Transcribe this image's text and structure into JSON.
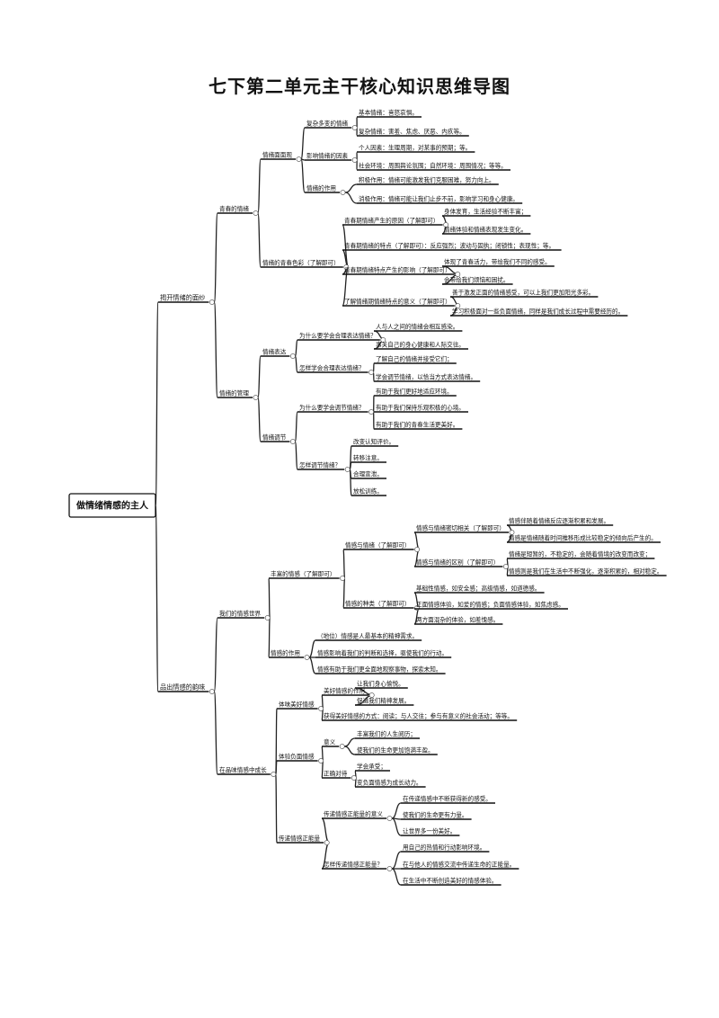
{
  "title": "七下第二单元主干核心知识思维导图",
  "mindmap": {
    "id": "root",
    "text": "做情绪情感的主人",
    "children": [
      {
        "id": "a",
        "text": "揭开情绪的面纱",
        "children": [
          {
            "id": "a1",
            "text": "青春的情绪",
            "children": [
              {
                "id": "a11",
                "text": "情绪面面观",
                "children": [
                  {
                    "id": "a111",
                    "text": "复杂多变的情绪",
                    "children": [
                      {
                        "id": "a1111",
                        "text": "基本情绪：喜怒哀惧。"
                      },
                      {
                        "id": "a1112",
                        "text": "复杂情绪：害羞、焦虑、厌恶、内疚等。"
                      }
                    ]
                  },
                  {
                    "id": "a112",
                    "text": "影响情绪的因素",
                    "children": [
                      {
                        "id": "a1121",
                        "text": "个人因素：生理周期，对某事的预期；等。"
                      },
                      {
                        "id": "a1122",
                        "text": "社会环境：周围舆论氛围；自然环境：周围情况；等等。"
                      }
                    ]
                  },
                  {
                    "id": "a113",
                    "text": "情绪的作用",
                    "children": [
                      {
                        "id": "a1131",
                        "text": "积极作用：情绪可能激发我们克服困难，努力向上。"
                      },
                      {
                        "id": "a1132",
                        "text": "消极作用：情绪可能让我们止步不前，影响学习和身心健康。"
                      }
                    ]
                  }
                ]
              },
              {
                "id": "a12",
                "text": "情绪的青春色彩（了解即可）",
                "children": [
                  {
                    "id": "a121",
                    "text": "青春期情绪产生的原因（了解即可）",
                    "children": [
                      {
                        "id": "a1211",
                        "text": "身体发育，生活经验不断丰富；"
                      },
                      {
                        "id": "a1212",
                        "text": "情绪体验和情绪表现发生变化。"
                      }
                    ]
                  },
                  {
                    "id": "a122",
                    "text": "青春期情绪的特点（了解即可）：反应强烈；波动与固执；闭锁性；表现性；等。"
                  },
                  {
                    "id": "a123",
                    "text": "青春期情绪特点产生的影响（了解即可）",
                    "children": [
                      {
                        "id": "a1231",
                        "text": "体现了青春活力，带给我们不同的感受。"
                      },
                      {
                        "id": "a1232",
                        "text": "会带给我们烦恼和困扰。"
                      }
                    ]
                  },
                  {
                    "id": "a124",
                    "text": "了解情绪期情绪特点的意义（了解即可）",
                    "children": [
                      {
                        "id": "a1241",
                        "text": "善于激发正面的情绪感受，可以上我们更加阳光多彩。"
                      },
                      {
                        "id": "a1242",
                        "text": "学习积极面对一些负面情绪，同样是我们成长过程中需要经历的。"
                      }
                    ]
                  }
                ]
              }
            ]
          },
          {
            "id": "a2",
            "text": "情绪的管理",
            "children": [
              {
                "id": "a21",
                "text": "情绪表达",
                "children": [
                  {
                    "id": "a211",
                    "text": "为什么要学会合理表达情绪？",
                    "children": [
                      {
                        "id": "a2111",
                        "text": "人与人之间的情绪会相互感染。"
                      },
                      {
                        "id": "a2112",
                        "text": "事关自己的身心健康和人际交往。"
                      }
                    ]
                  },
                  {
                    "id": "a212",
                    "text": "怎样学会合理表达情绪？",
                    "children": [
                      {
                        "id": "a2121",
                        "text": "了解自己的情绪并接受它们；"
                      },
                      {
                        "id": "a2122",
                        "text": "学会调节情绪，以恰当方式表达情绪。"
                      }
                    ]
                  }
                ]
              },
              {
                "id": "a22",
                "text": "情绪调节",
                "children": [
                  {
                    "id": "a221",
                    "text": "为什么要学会调节情绪？",
                    "children": [
                      {
                        "id": "a2211",
                        "text": "有助于我们更好地适应环境。"
                      },
                      {
                        "id": "a2212",
                        "text": "有助于我们保持乐观积极的心境。"
                      },
                      {
                        "id": "a2213",
                        "text": "有助于我们的青春生活更美好。"
                      }
                    ]
                  },
                  {
                    "id": "a222",
                    "text": "怎样调节情绪？",
                    "children": [
                      {
                        "id": "a2221",
                        "text": "改变认知评价。"
                      },
                      {
                        "id": "a2222",
                        "text": "转移注意。"
                      },
                      {
                        "id": "a2223",
                        "text": "合理宣泄。"
                      },
                      {
                        "id": "a2224",
                        "text": "放松训练。"
                      }
                    ]
                  }
                ]
              }
            ]
          }
        ]
      },
      {
        "id": "b",
        "text": "品出情感的韵味",
        "children": [
          {
            "id": "b1",
            "text": "我们的情感世界",
            "children": [
              {
                "id": "b11",
                "text": "丰富的情感（了解即可）",
                "children": [
                  {
                    "id": "b111",
                    "text": "情感与情绪（了解即可）",
                    "children": [
                      {
                        "id": "b1111",
                        "text": "情感与情绪密切相关（了解即可）",
                        "children": [
                          {
                            "id": "b11111",
                            "text": "情感伴随着情绪反应逐渐积累和发展。"
                          },
                          {
                            "id": "b11112",
                            "text": "情感是情绪随着时间推移形成比较稳定的倾向后产生的。"
                          }
                        ]
                      },
                      {
                        "id": "b1112",
                        "text": "情感与情绪的区别（了解即可）",
                        "children": [
                          {
                            "id": "b11121",
                            "text": "情绪是短暂的，不稳定的，会随着情境的改变而改变；"
                          },
                          {
                            "id": "b11122",
                            "text": "情感则是我们在生活中不断强化，逐渐积累的，相对稳定。"
                          }
                        ]
                      }
                    ]
                  },
                  {
                    "id": "b112",
                    "text": "情感的种类（了解即可）",
                    "children": [
                      {
                        "id": "b1121",
                        "text": "基础性情感，如安全感；高级情感，如道德感。"
                      },
                      {
                        "id": "b1122",
                        "text": "正面情感体验，如爱的情感；负面情感体验，如焦虑感。"
                      },
                      {
                        "id": "b1123",
                        "text": "两方面混杂的体验，如羞愧感。"
                      }
                    ]
                  }
                ]
              },
              {
                "id": "b12",
                "text": "情感的作用",
                "children": [
                  {
                    "id": "b121",
                    "text": "（地位）情感是人最基本的精神需求。"
                  },
                  {
                    "id": "b122",
                    "text": "情感影响着我们的判断和选择，驱使我们的行动。"
                  },
                  {
                    "id": "b123",
                    "text": "情感有助于我们更全面地观察事物，探索未知。"
                  }
                ]
              }
            ]
          },
          {
            "id": "b2",
            "text": "在品味情感中成长",
            "children": [
              {
                "id": "b21",
                "text": "体味美好情感",
                "children": [
                  {
                    "id": "b211",
                    "text": "美好情感的作用",
                    "children": [
                      {
                        "id": "b2111",
                        "text": "让我们身心愉悦。"
                      },
                      {
                        "id": "b2112",
                        "text": "促进我们精神发展。"
                      }
                    ]
                  },
                  {
                    "id": "b212",
                    "text": "获得美好情感的方式：阅读；与人交往；参与有意义的社会活动；等等。"
                  }
                ]
              },
              {
                "id": "b22",
                "text": "体验负面情感",
                "children": [
                  {
                    "id": "b221",
                    "text": "意义",
                    "children": [
                      {
                        "id": "b2211",
                        "text": "丰富我们的人生阅历；"
                      },
                      {
                        "id": "b2212",
                        "text": "使我们的生命更加饱满丰盈。"
                      }
                    ]
                  },
                  {
                    "id": "b222",
                    "text": "正确对待",
                    "children": [
                      {
                        "id": "b2221",
                        "text": "学会承受；"
                      },
                      {
                        "id": "b2222",
                        "text": "变负面情感为成长动力。"
                      }
                    ]
                  }
                ]
              },
              {
                "id": "b23",
                "text": "传递情感正能量",
                "children": [
                  {
                    "id": "b231",
                    "text": "传递情感正能量的意义",
                    "children": [
                      {
                        "id": "b2311",
                        "text": "在传递情感中不断获得新的感受。"
                      },
                      {
                        "id": "b2312",
                        "text": "使我们的生命更有力量。"
                      },
                      {
                        "id": "b2313",
                        "text": "让世界多一份美好。"
                      }
                    ]
                  },
                  {
                    "id": "b232",
                    "text": "怎样传递情感正能量？",
                    "children": [
                      {
                        "id": "b2321",
                        "text": "用自己的热情和行动影响环境。"
                      },
                      {
                        "id": "b2322",
                        "text": "在与他人的情感交流中传递生命的正能量。"
                      },
                      {
                        "id": "b2323",
                        "text": "在生活中不断创造美好的情感体验。"
                      }
                    ]
                  }
                ]
              }
            ]
          }
        ]
      }
    ]
  }
}
